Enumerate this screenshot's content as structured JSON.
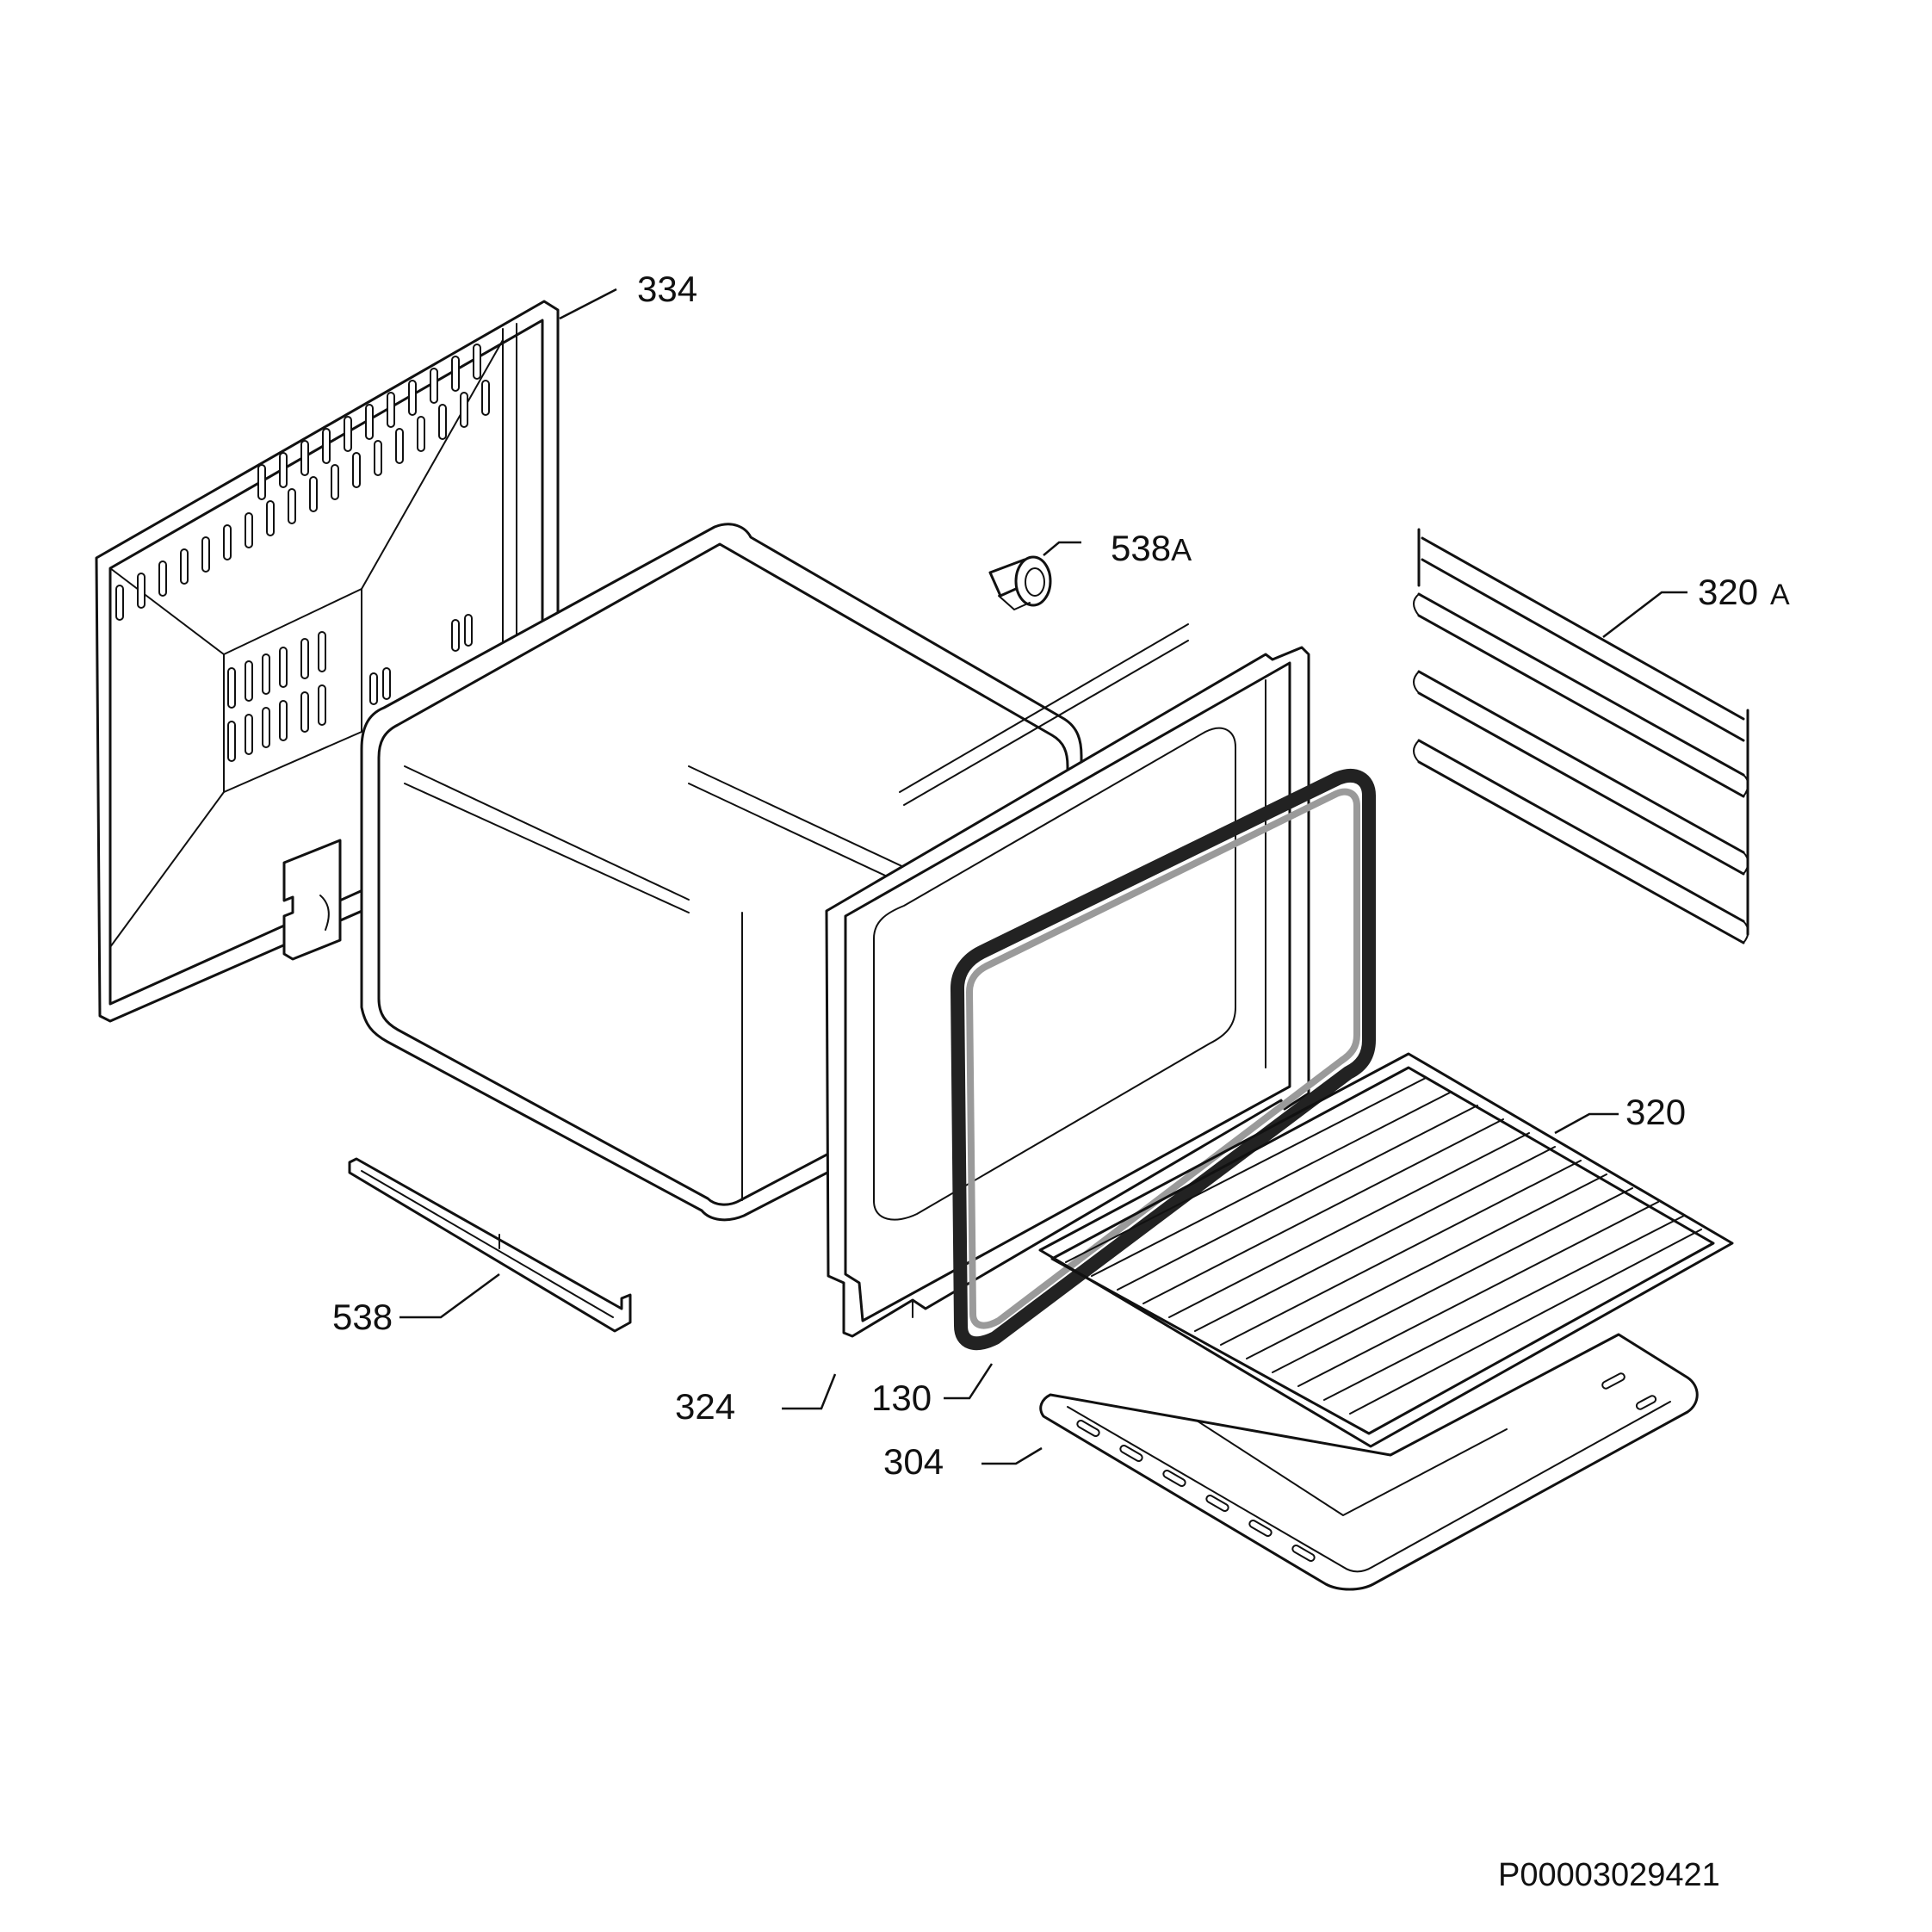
{
  "callouts": {
    "back_panel": "334",
    "lamp_holder": "538",
    "lamp_holder_suffix": "A",
    "side_runner": "320",
    "side_runner_suffix": "A",
    "wire_shelf": "320",
    "cavity_frame": "324",
    "door_gasket": "130",
    "baking_tray": "304",
    "rail": "538"
  },
  "document_id": "P00003029421"
}
